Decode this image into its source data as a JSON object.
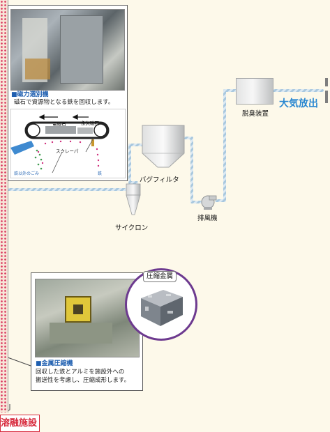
{
  "magnetic_separator": {
    "title": "■磁力選別機",
    "description": "磁石で資源物となる鉄を回収します。",
    "diagram": {
      "electromagnet": "電磁石",
      "permanent_magnet": "永久磁石",
      "scraper": "スクレーパ",
      "non_iron": "鉄以外のごみ",
      "iron": "鉄"
    }
  },
  "equipment": {
    "deodorizer": "脱臭装置",
    "bag_filter": "バグフィルタ",
    "exhaust_fan": "排風機",
    "cyclone": "サイクロン"
  },
  "release_label": "大気放出",
  "metal_compressor": {
    "title": "■金属圧縮機",
    "line1": "回収した鉄とアルミを施設外への",
    "line2": "搬送性を考慮し、圧縮成形します。",
    "inset_label": "圧縮金属"
  },
  "facility_label": "溶融施設",
  "colors": {
    "duct": "#8fb2cd",
    "title_blue": "#1f5fb0",
    "release_blue": "#2a88d1",
    "facility_red": "#d7283b",
    "dot_red": "#d9315b",
    "purple_ring": "#6d3a8f"
  }
}
